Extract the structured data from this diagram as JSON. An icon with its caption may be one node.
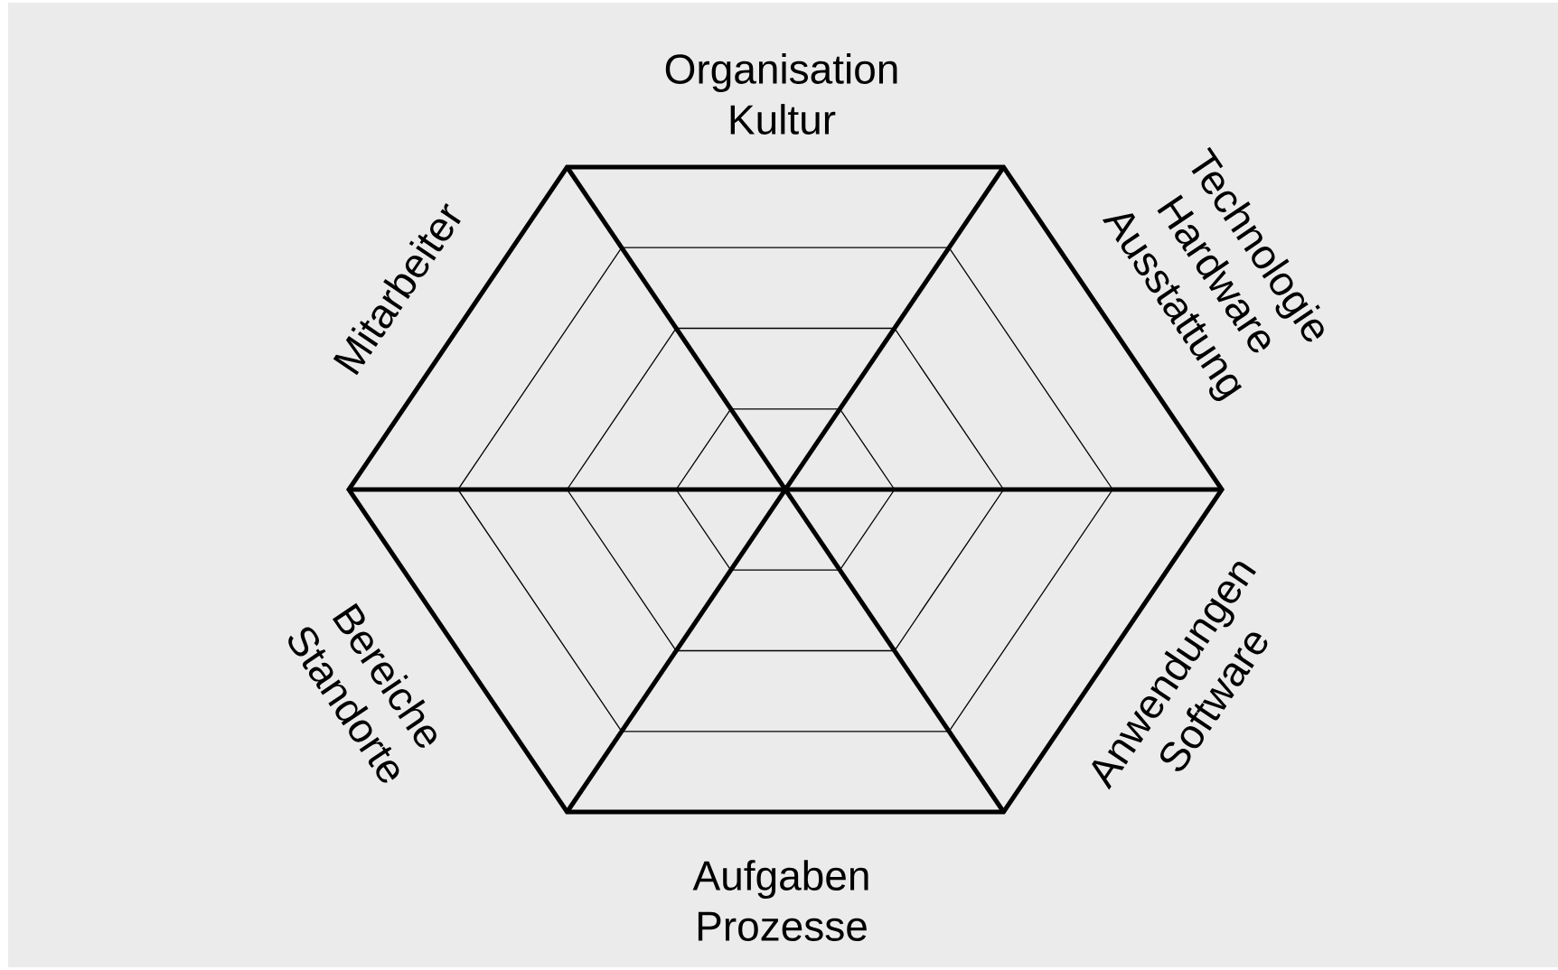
{
  "diagram": {
    "labels": [
      "Organisation Kultur",
      "Mitarbeiter",
      "Technologie Hardware Ausstattung",
      "Bereiche Standorte",
      "Anwendungen Software",
      "Aufgaben Prozesse"
    ]
  }
}
